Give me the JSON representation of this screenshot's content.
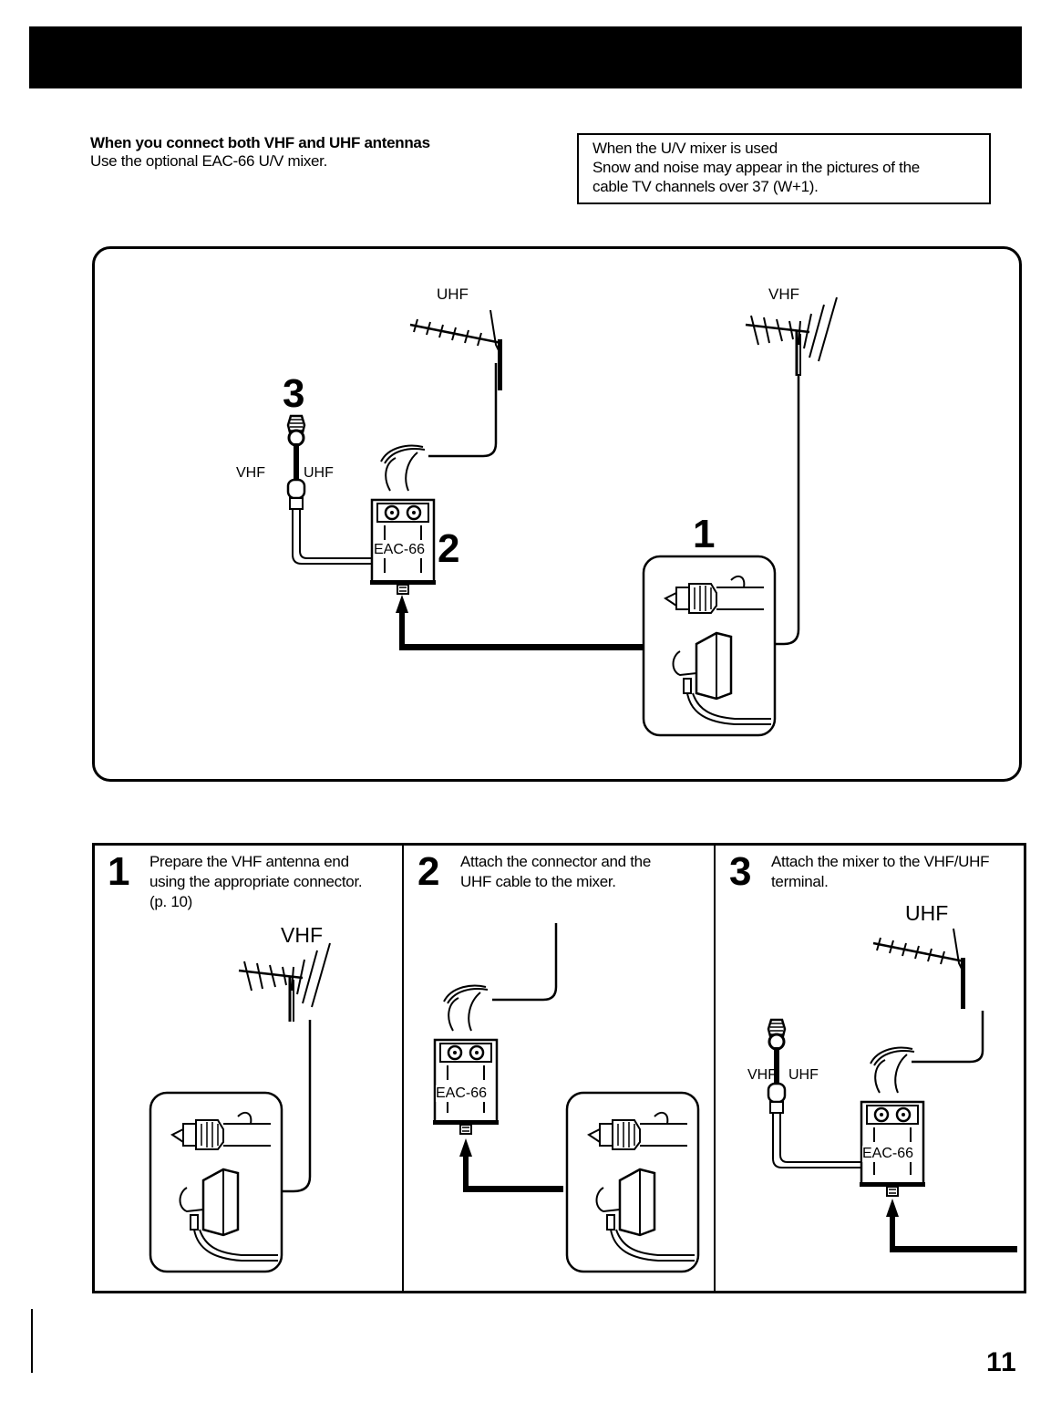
{
  "intro": {
    "heading": "When you connect both VHF and UHF antennas",
    "text": "Use the optional EAC-66 U/V mixer."
  },
  "note": {
    "heading": "When the U/V mixer is used",
    "line1": "Snow and noise may appear in the pictures of the",
    "line2": "cable TV channels over 37 (W+1)."
  },
  "diagram": {
    "uhf_label": "UHF",
    "vhf_label": "VHF",
    "terminal_label_left": "VHF",
    "terminal_label_right": "UHF",
    "mixer_label": "EAC-66",
    "callout_1": "1",
    "callout_2": "2",
    "callout_3": "3"
  },
  "steps": [
    {
      "number": "1",
      "line1": "Prepare the VHF antenna end",
      "line2": "using the appropriate connector.",
      "line3": "(p. 10)",
      "antenna_label": "VHF"
    },
    {
      "number": "2",
      "line1": "Attach the connector and the",
      "line2": "UHF cable  to the mixer.",
      "mixer_label": "EAC-66"
    },
    {
      "number": "3",
      "line1": "Attach the mixer to the VHF/UHF",
      "line2": "terminal.",
      "antenna_label": "UHF",
      "terminal_label_left": "VHF",
      "terminal_label_right": "UHF",
      "mixer_label": "EAC-66"
    }
  ],
  "page_number": "11"
}
